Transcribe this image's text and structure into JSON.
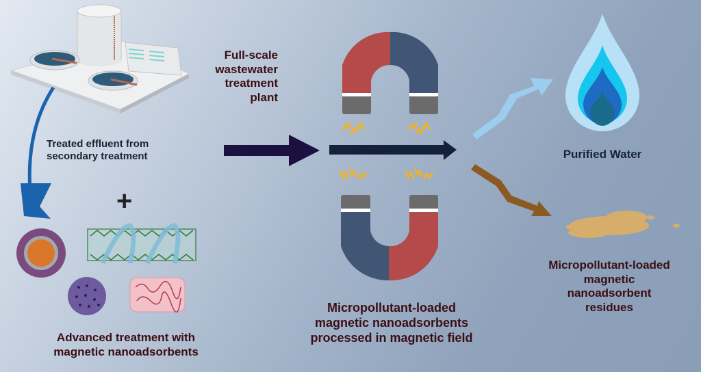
{
  "labels": {
    "plant": [
      "Full-scale",
      "wastewater",
      "treatment plant"
    ],
    "effluent": [
      "Treated effluent from",
      "secondary treatment"
    ],
    "plus": "+",
    "advanced": [
      "Advanced treatment with",
      "magnetic nanoadsorbents"
    ],
    "magnetic": [
      "Micropollutant-loaded",
      "magnetic nanoadsorbents",
      "processed in magnetic field"
    ],
    "purified": "Purified Water",
    "residues": [
      "Micropollutant-loaded",
      "magnetic",
      "nanoadsorbent",
      "residues"
    ]
  },
  "colors": {
    "magnet_red": "#b54a4a",
    "magnet_blue": "#415574",
    "pole_gray": "#6b6b6b",
    "spark": "#f5b21c",
    "flow_arrow": "#1c1040",
    "process_arrow": "#15213a",
    "curve_arrow": "#1a63ad",
    "water_arrow": "#9dcdee",
    "residue_arrow": "#8a5a22",
    "label_dark": "#3a0d12"
  },
  "icons": [
    "treatment-plant-icon",
    "core-shell-nanoparticle-icon",
    "carbon-nanotube-icon",
    "porous-sphere-icon",
    "hydrogel-icon",
    "horseshoe-magnet-icon",
    "water-drop-icon",
    "residue-pile-icon"
  ]
}
